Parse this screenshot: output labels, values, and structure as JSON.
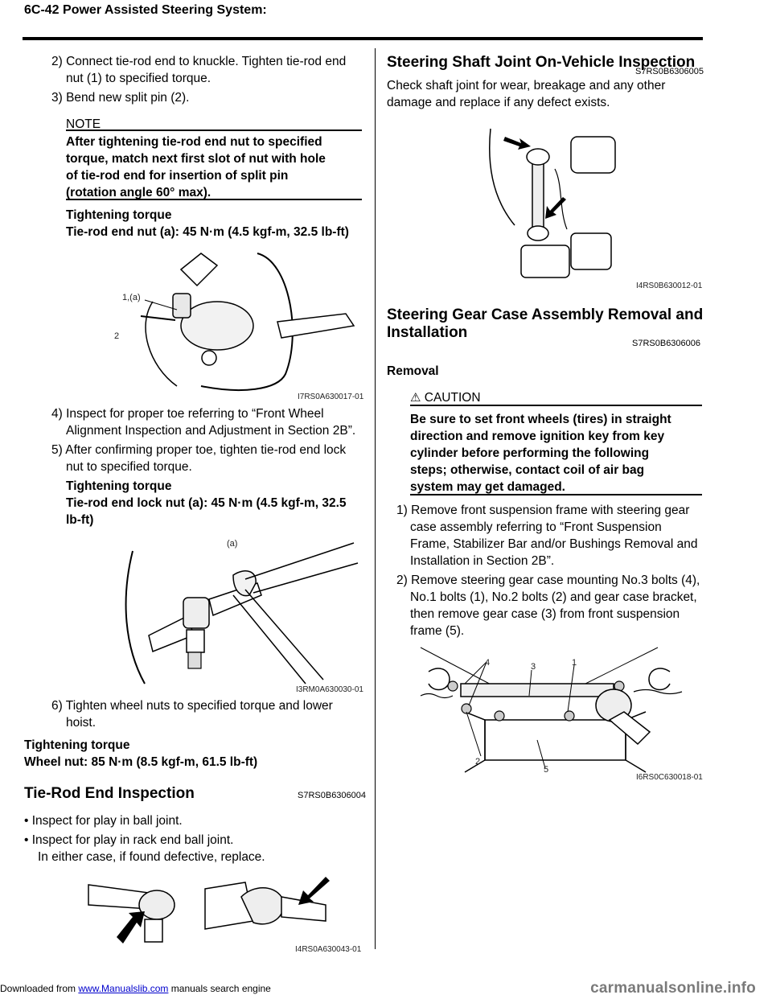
{
  "header": {
    "title": "6C-42   Power Assisted Steering System:"
  },
  "left": {
    "step2_line1": "2) Connect tie-rod end to knuckle. Tighten tie-rod end",
    "step2_line2": "nut (1) to specified torque.",
    "step3": "3) Bend new split pin (2).",
    "note_title": "NOTE",
    "note_l1": "After tightening tie-rod end nut to specified",
    "note_l2": "torque, match next first slot of nut with hole",
    "note_l3": "of tie-rod end for insertion of split pin",
    "note_l4": "(rotation angle 60° max).",
    "torque1_title": "Tightening torque",
    "torque1_value": "Tie-rod end nut (a):  45 N·m (4.5 kgf-m, 32.5 lb-ft)",
    "fig1_label_a": "1,(a)",
    "fig1_label_2": "2",
    "fig1_caption": "I7RS0A630017-01",
    "step4_l1": "4) Inspect for proper toe referring to “Front Wheel",
    "step4_l2": "Alignment Inspection and Adjustment in Section 2B”.",
    "step5_l1": "5) After confirming proper toe, tighten tie-rod end lock",
    "step5_l2": "nut to specified torque.",
    "torque2_title": "Tightening torque",
    "torque2_l1": "Tie-rod end lock nut (a):  45 N·m (4.5 kgf-m, 32.5",
    "torque2_l2": "lb-ft)",
    "fig2_label_a": "(a)",
    "fig2_caption": "I3RM0A630030-01",
    "step6_l1": "6) Tighten wheel nuts to specified torque and lower",
    "step6_l2": "hoist.",
    "torque3_title": "Tightening torque",
    "torque3_value": "Wheel nut:  85 N·m (8.5 kgf-m, 61.5 lb-ft)",
    "section_title": "Tie-Rod End Inspection",
    "section_code": "S7RS0B6306004",
    "bullet1": "•  Inspect for play in ball joint.",
    "bullet2": "•  Inspect for play in rack end ball joint.",
    "bullet2_l2": "In either case, if found defective, replace.",
    "fig3_caption": "I4RS0A630043-01"
  },
  "right": {
    "section1_title": "Steering Shaft Joint On-Vehicle Inspection",
    "section1_code": "S7RS0B6306005",
    "section1_l1": "Check shaft joint for wear, breakage and any other",
    "section1_l2": "damage and replace if any defect exists.",
    "fig4_caption": "I4RS0B630012-01",
    "section2_title_l1": "Steering Gear Case Assembly Removal and",
    "section2_title_l2": "Installation",
    "section2_code": "S7RS0B6306006",
    "removal": "Removal",
    "caution_title": "CAUTION",
    "caution_l1": "Be sure to set front wheels (tires) in straight",
    "caution_l2": "direction and remove ignition key from key",
    "caution_l3": "cylinder before performing the following",
    "caution_l4": "steps; otherwise, contact coil of air bag",
    "caution_l5": "system may get damaged.",
    "r_step1_l1": "1) Remove front suspension frame with steering gear",
    "r_step1_l2": "case assembly referring to “Front Suspension",
    "r_step1_l3": "Frame, Stabilizer Bar and/or Bushings Removal and",
    "r_step1_l4": "Installation in Section 2B”.",
    "r_step2_l1": "2) Remove steering gear case mounting No.3 bolts (4),",
    "r_step2_l2": "No.1 bolts (1), No.2 bolts (2) and gear case bracket,",
    "r_step2_l3": "then remove gear case (3) from front suspension",
    "r_step2_l4": "frame (5).",
    "fig5_label_4": "4",
    "fig5_label_3": "3",
    "fig5_label_1": "1",
    "fig5_label_2": "2",
    "fig5_label_5": "5",
    "fig5_caption": "I6RS0C630018-01"
  },
  "footer": {
    "left_prefix": "Downloaded from ",
    "link": "www.Manualslib.com",
    "left_suffix": "  manuals search engine",
    "right": "carmanualsonline.info"
  }
}
